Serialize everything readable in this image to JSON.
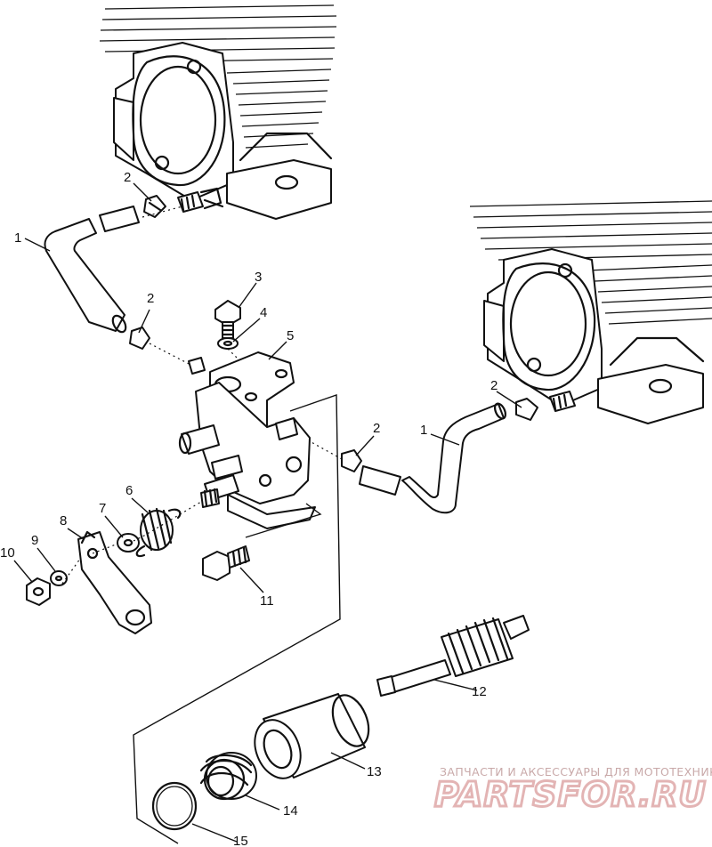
{
  "callouts": [
    {
      "id": "hose-left",
      "label": "1"
    },
    {
      "id": "clip-top-left",
      "label": "2"
    },
    {
      "id": "bolt-top",
      "label": "3"
    },
    {
      "id": "washer-top",
      "label": "4"
    },
    {
      "id": "pump-body",
      "label": "5"
    },
    {
      "id": "clip-mid-left",
      "label": "2"
    },
    {
      "id": "spring",
      "label": "6"
    },
    {
      "id": "washer-7",
      "label": "7"
    },
    {
      "id": "lever-arm",
      "label": "8"
    },
    {
      "id": "lock-washer",
      "label": "9"
    },
    {
      "id": "nut",
      "label": "10"
    },
    {
      "id": "bolt-bottom",
      "label": "11"
    },
    {
      "id": "clip-right-top",
      "label": "2"
    },
    {
      "id": "clip-right-mid",
      "label": "2"
    },
    {
      "id": "hose-right",
      "label": "1"
    },
    {
      "id": "drive-shaft",
      "label": "12"
    },
    {
      "id": "bushing",
      "label": "13"
    },
    {
      "id": "seal",
      "label": "14"
    },
    {
      "id": "o-ring",
      "label": "15"
    }
  ],
  "watermark": {
    "caption": "ЗАПЧАСТИ И АКСЕССУАРЫ ДЛЯ МОТОТЕХНИКИ",
    "logo": "PARTSFOR.RU"
  },
  "colors": {
    "line": "#111111",
    "watermark_caption": "#c9a9a9",
    "watermark_logo": "#e3b4b4"
  }
}
